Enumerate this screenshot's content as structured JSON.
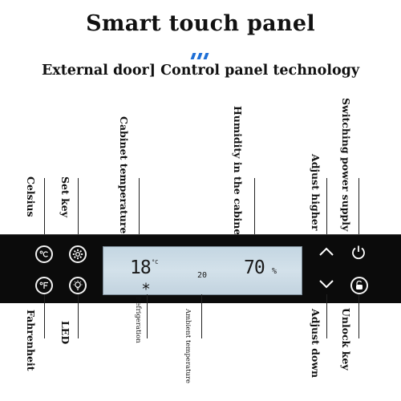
{
  "header": {
    "title": "Smart touch panel",
    "subtitle": "External door] Control panel technology"
  },
  "labels_top": {
    "celsius": "Celsius",
    "set_key": "Set key",
    "cabinet_temperature": "Cabinet temperature",
    "humidity": "Humidity in the cabinet",
    "adjust_higher": "Adjust higher",
    "switching_power": "Switching power supply"
  },
  "labels_bottom": {
    "fahrenheit": "Fahrenheit",
    "led": "LED",
    "refrigeration": "Refrigeration",
    "ambient_temperature": "Ambient temperature",
    "adjust_down": "Adjust down",
    "unlock_key": "Unlock key"
  },
  "display": {
    "cabinet_temp": "18",
    "cabinet_unit": "°C",
    "ambient_temp": "20",
    "humidity": "70",
    "humidity_unit": "%"
  },
  "colors": {
    "accent": "#1f6fd6",
    "panel": "#0b0b0b",
    "lcd": "#cbdce7"
  },
  "icons": {
    "celsius_button": "celsius-icon",
    "fahrenheit_button": "fahrenheit-icon",
    "set_button": "gear-icon",
    "led_button": "bulb-icon",
    "up_button": "chevron-up-icon",
    "down_button": "chevron-down-icon",
    "power_button": "power-icon",
    "unlock_button": "unlock-icon",
    "refrigeration": "snowflake-icon"
  }
}
